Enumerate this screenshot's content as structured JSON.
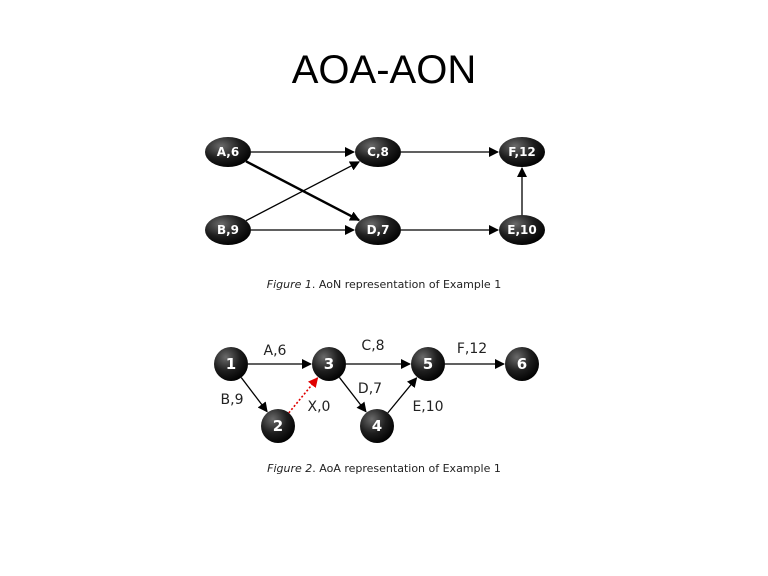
{
  "slide": {
    "title": "AOA-AON"
  },
  "aon": {
    "caption_num": "Figure 1",
    "caption_text": ". AoN representation of Example 1",
    "nodes": [
      {
        "id": "a",
        "label": "A,6"
      },
      {
        "id": "b",
        "label": "B,9"
      },
      {
        "id": "c",
        "label": "C,8"
      },
      {
        "id": "d",
        "label": "D,7"
      },
      {
        "id": "e",
        "label": "E,10"
      },
      {
        "id": "f",
        "label": "F,12"
      }
    ],
    "edges": [
      {
        "from": "A,6",
        "to": "C,8"
      },
      {
        "from": "A,6",
        "to": "D,7"
      },
      {
        "from": "B,9",
        "to": "C,8"
      },
      {
        "from": "B,9",
        "to": "D,7"
      },
      {
        "from": "C,8",
        "to": "F,12"
      },
      {
        "from": "D,7",
        "to": "E,10"
      },
      {
        "from": "E,10",
        "to": "F,12"
      }
    ]
  },
  "aoa": {
    "caption_num": "Figure 2",
    "caption_text": ". AoA representation of Example 1",
    "nodes": [
      {
        "id": "n1",
        "label": "1"
      },
      {
        "id": "n2",
        "label": "2"
      },
      {
        "id": "n3",
        "label": "3"
      },
      {
        "id": "n4",
        "label": "4"
      },
      {
        "id": "n5",
        "label": "5"
      },
      {
        "id": "n6",
        "label": "6"
      }
    ],
    "activities": [
      {
        "from": "1",
        "to": "3",
        "label": "A,6"
      },
      {
        "from": "1",
        "to": "2",
        "label": "B,9"
      },
      {
        "from": "2",
        "to": "3",
        "label": "X,0",
        "dummy": true
      },
      {
        "from": "3",
        "to": "5",
        "label": "C,8"
      },
      {
        "from": "3",
        "to": "4",
        "label": "D,7"
      },
      {
        "from": "4",
        "to": "5",
        "label": "E,10"
      },
      {
        "from": "5",
        "to": "6",
        "label": "F,12"
      }
    ],
    "dummy_color": "#e00000"
  }
}
